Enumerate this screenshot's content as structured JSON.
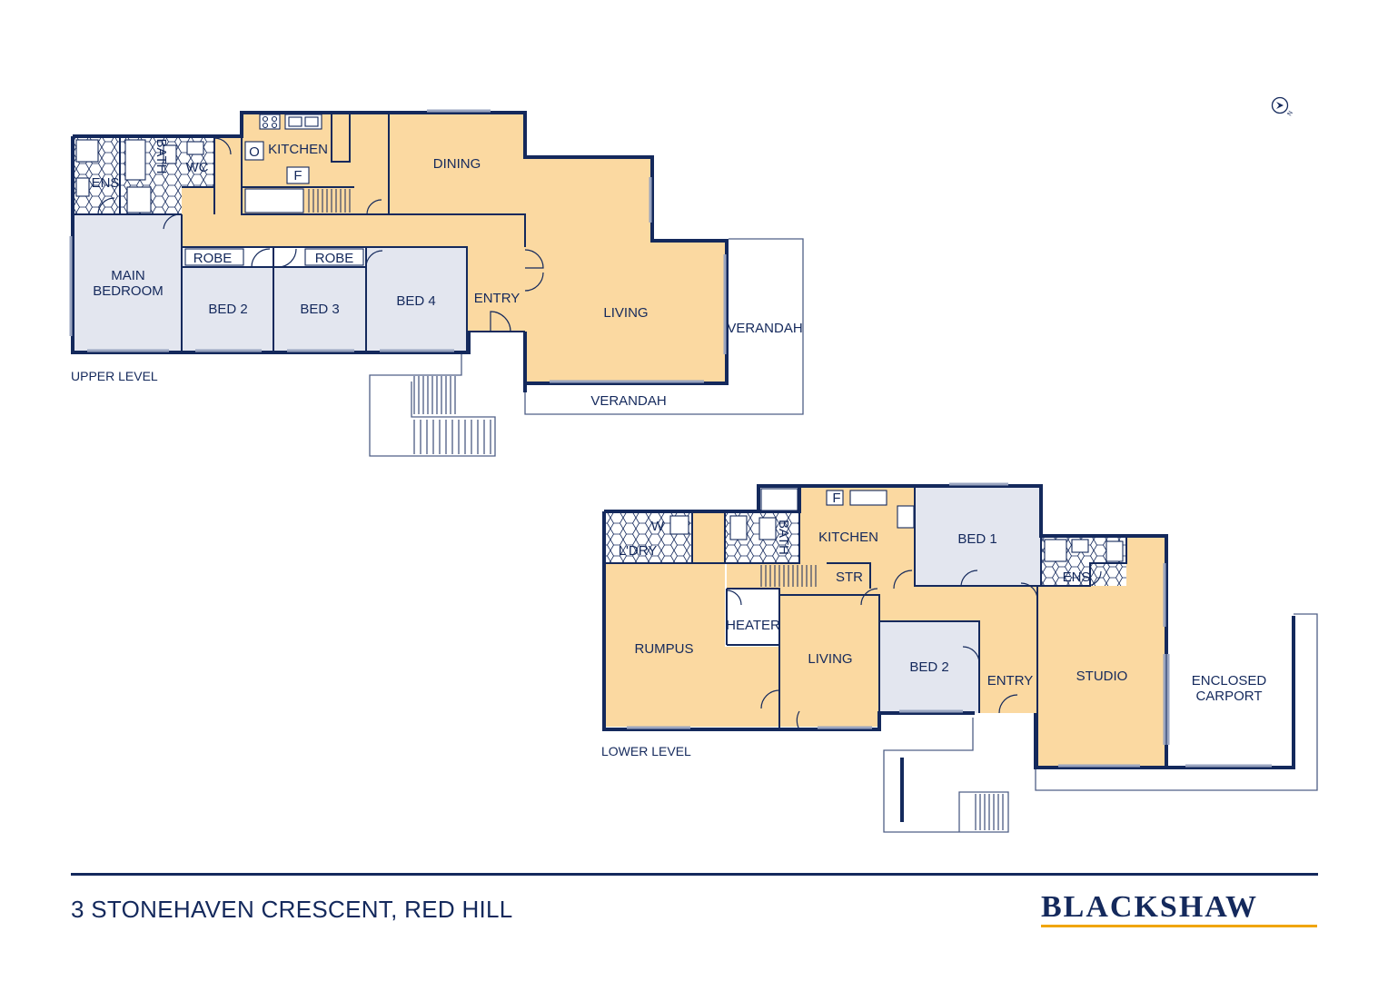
{
  "upper": {
    "level_label": "UPPER LEVEL",
    "rooms": {
      "kitchen": "KITCHEN",
      "dining": "DINING",
      "bath": "BATH",
      "wc": "WC",
      "ens": "ENS",
      "main_bedroom_1": "MAIN",
      "main_bedroom_2": "BEDROOM",
      "robe_1": "ROBE",
      "robe_2": "ROBE",
      "bed2": "BED 2",
      "bed3": "BED 3",
      "bed4": "BED 4",
      "entry": "ENTRY",
      "living": "LIVING",
      "verandah_side": "VERANDAH",
      "verandah_front": "VERANDAH",
      "oven": "O",
      "fridge": "F"
    }
  },
  "lower": {
    "level_label": "LOWER LEVEL",
    "rooms": {
      "ldry": "L'DRY",
      "washer": "W",
      "bath": "BATH",
      "kitchen": "KITCHEN",
      "fridge": "F",
      "bed1": "BED 1",
      "ens": "ENS",
      "str": "STR",
      "heater": "HEATER",
      "rumpus": "RUMPUS",
      "living": "LIVING",
      "bed2": "BED 2",
      "entry": "ENTRY",
      "studio": "STUDIO",
      "carport_1": "ENCLOSED",
      "carport_2": "CARPORT"
    }
  },
  "footer": {
    "address": "3 STONEHAVEN CRESCENT, RED HILL",
    "brand": "BLACKSHAW"
  },
  "compass": {
    "label": "N"
  },
  "colors": {
    "navy": "#14295c",
    "warm": "#fbd9a1",
    "cool": "#e3e6ef",
    "accent": "#f0a500"
  }
}
